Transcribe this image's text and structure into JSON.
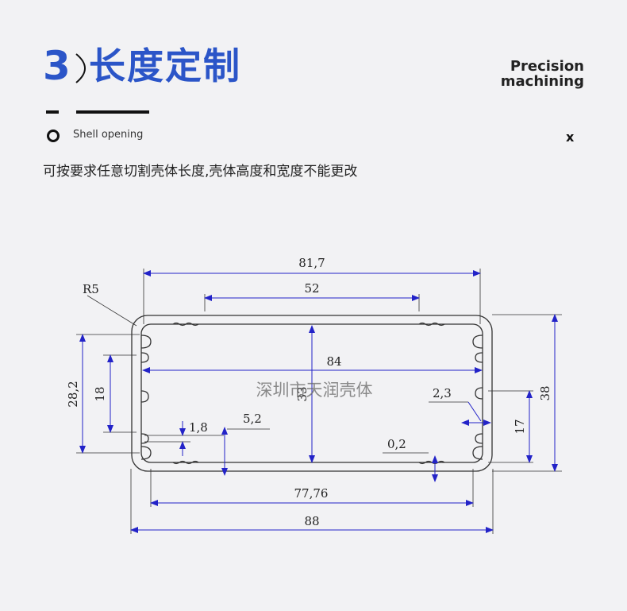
{
  "header": {
    "number": "3",
    "title": "长度定制",
    "english_line1": "Precision",
    "english_line2": "machining",
    "subtitle": "Shell opening",
    "close": "x"
  },
  "description": "可按要求任意切割壳体长度,壳体高度和宽度不能更改",
  "colors": {
    "accent": "#2b55c8",
    "dimension_line": "#2323c8",
    "outline": "#333333"
  },
  "drawing": {
    "labels": {
      "radius": "R5",
      "overall_width_top": "81,7",
      "slot_width": "52",
      "inner_width": "84",
      "left_height": "28,2",
      "left_inner_height": "18",
      "slot_1": "1,8",
      "slot_2": "5,2",
      "thickness_right": "2,3",
      "right_height": "17",
      "overall_height": "38",
      "center_height": "33",
      "thickness_bottom": "0,2",
      "bottom_width": "77,76",
      "overall_width": "88"
    },
    "watermark": "深圳市天润壳体"
  }
}
